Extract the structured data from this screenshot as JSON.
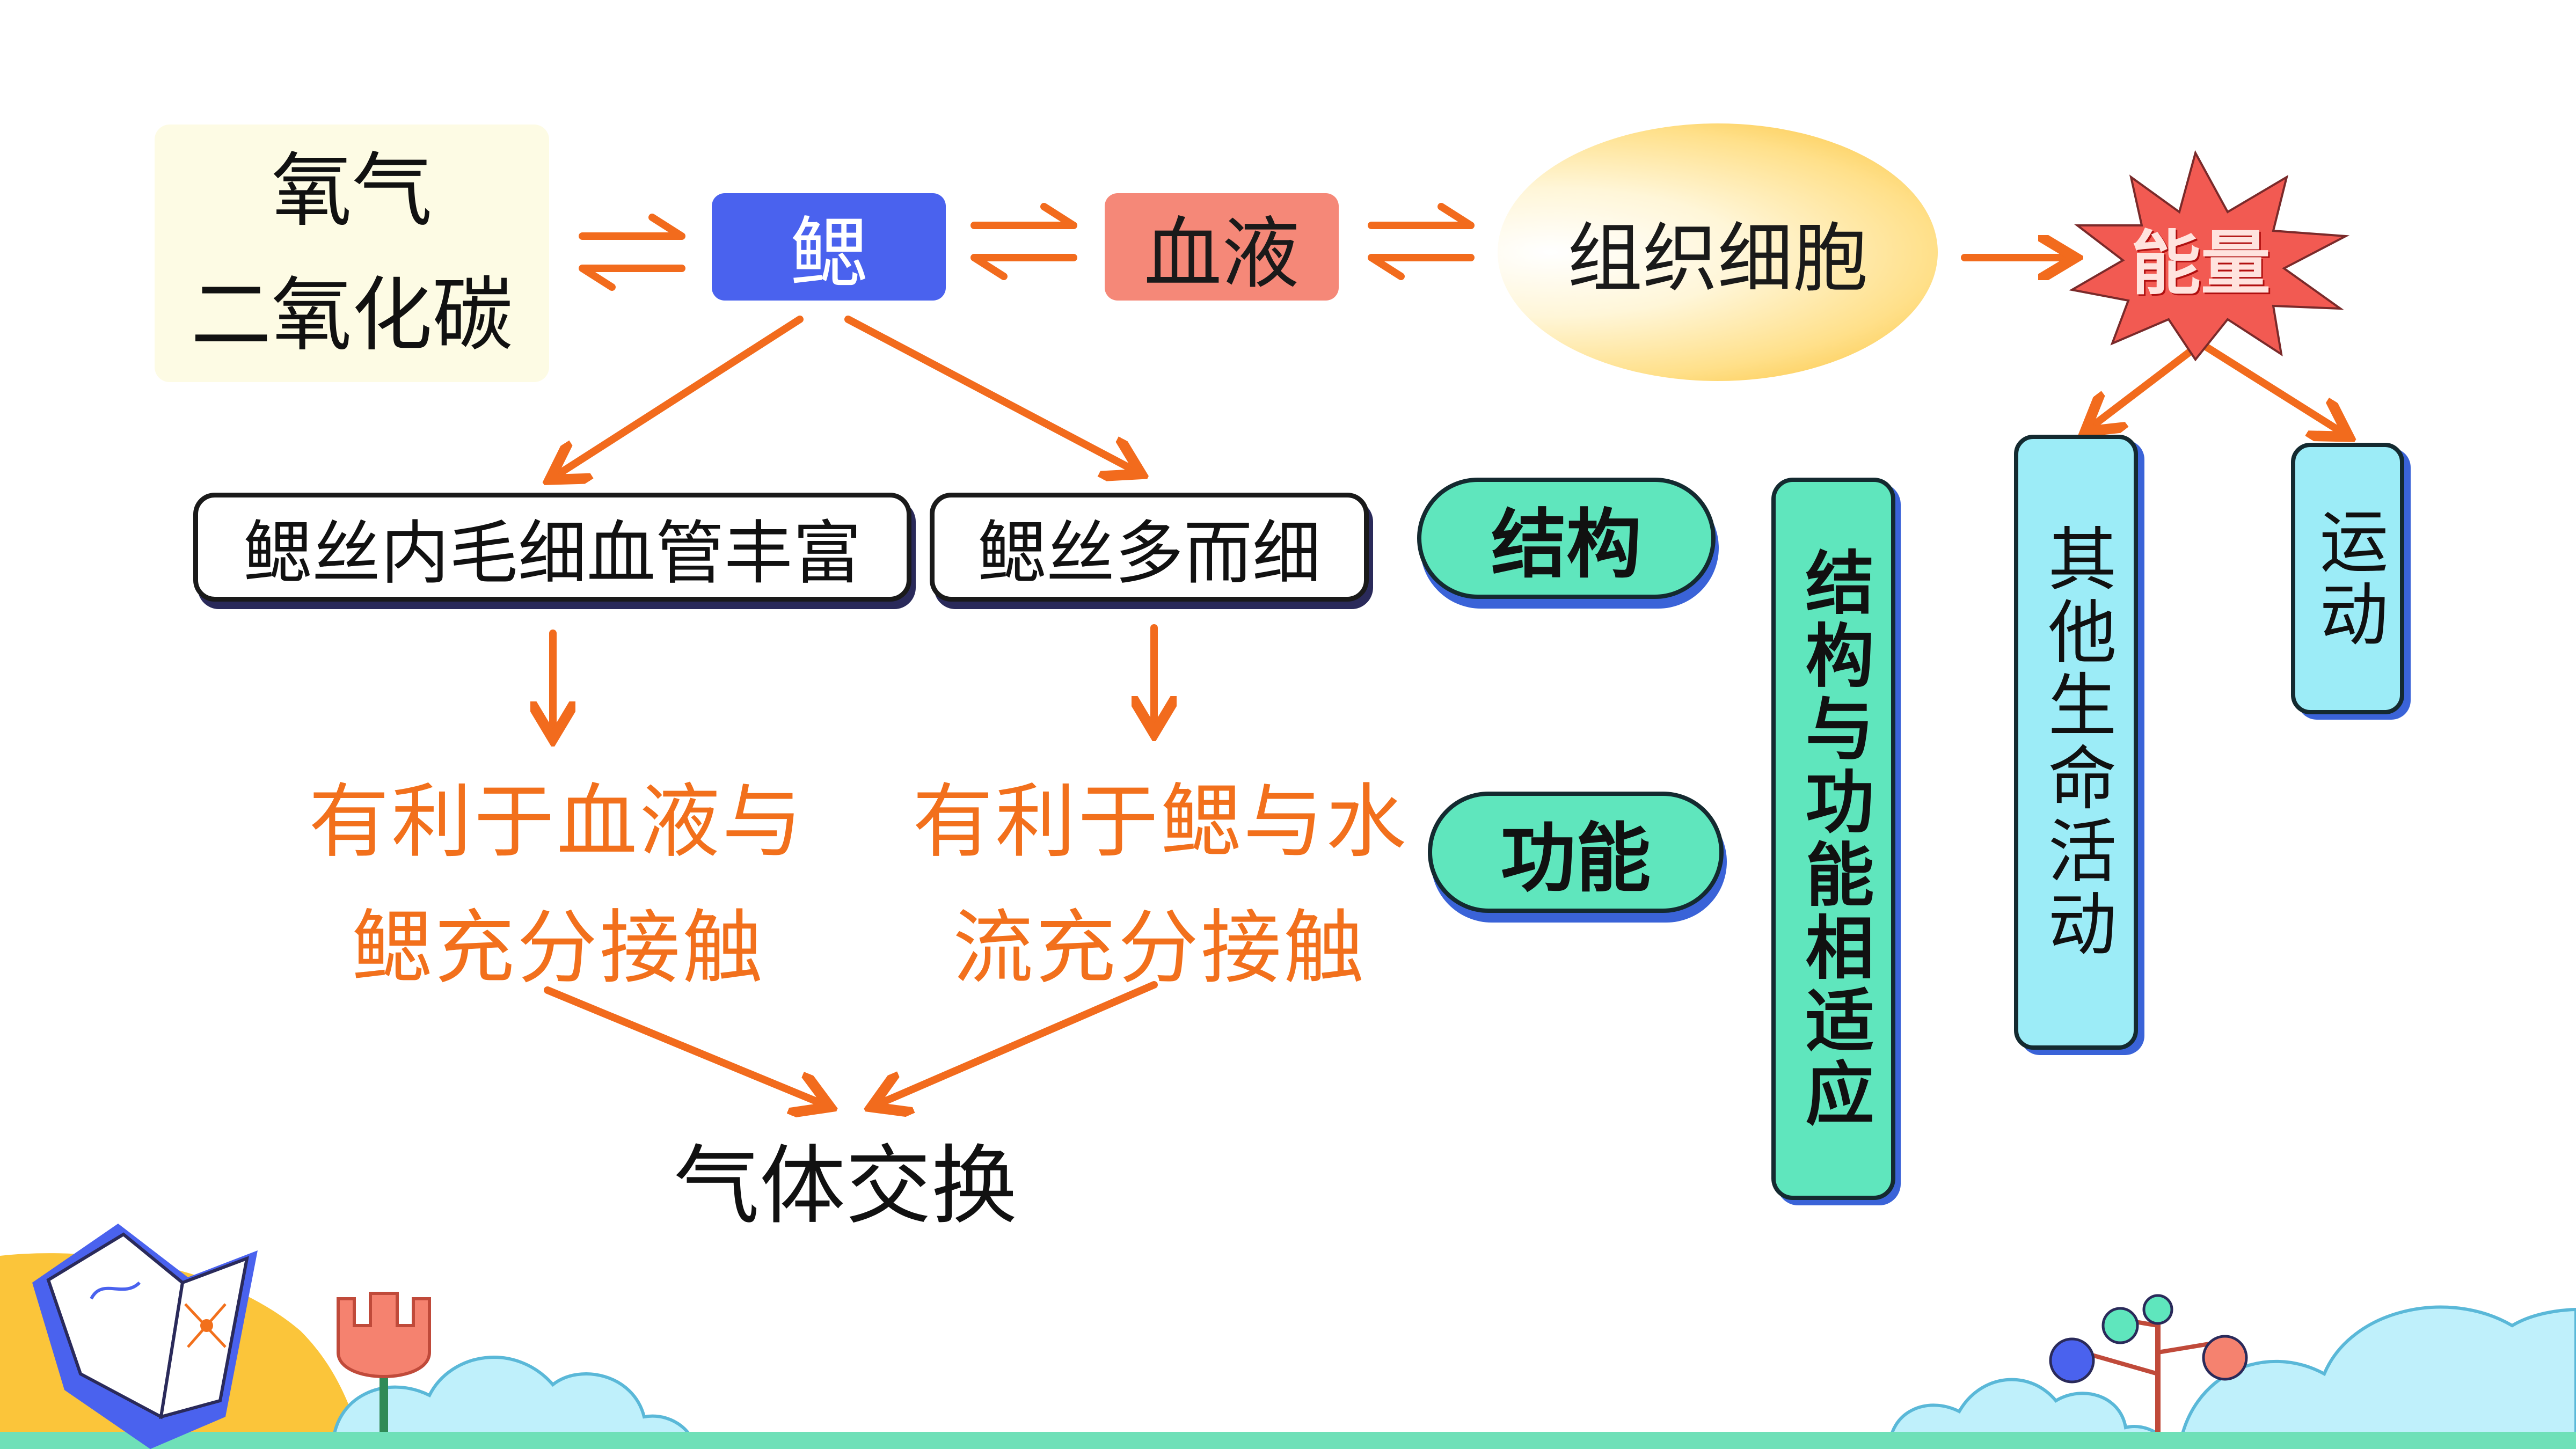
{
  "top_row": {
    "gas_line1": "氧气",
    "gas_line2": "二氧化碳",
    "gill": "鳃",
    "blood": "血液",
    "tissue": "组织细胞",
    "energy": "能量"
  },
  "structures": {
    "left": "鳃丝内毛细血管丰富",
    "right": "鳃丝多而细"
  },
  "functions": {
    "left_line1": "有利于血液与",
    "left_line2": "鳃充分接触",
    "right_line1": "有利于鳃与水",
    "right_line2": "流充分接触"
  },
  "result": "气体交换",
  "labels": {
    "structure": "结构",
    "function": "功能",
    "adaptation": "结构与功能相适应"
  },
  "energy_uses": {
    "life_activities": "其他生命活动",
    "movement": "运动"
  },
  "colors": {
    "arrow": "#f26b1d",
    "gill_box": "#4a62ee",
    "blood_box": "#f58878",
    "green_label": "#5fe6bd",
    "cyan_label": "#9cecf7",
    "burst": "#f25a52"
  }
}
